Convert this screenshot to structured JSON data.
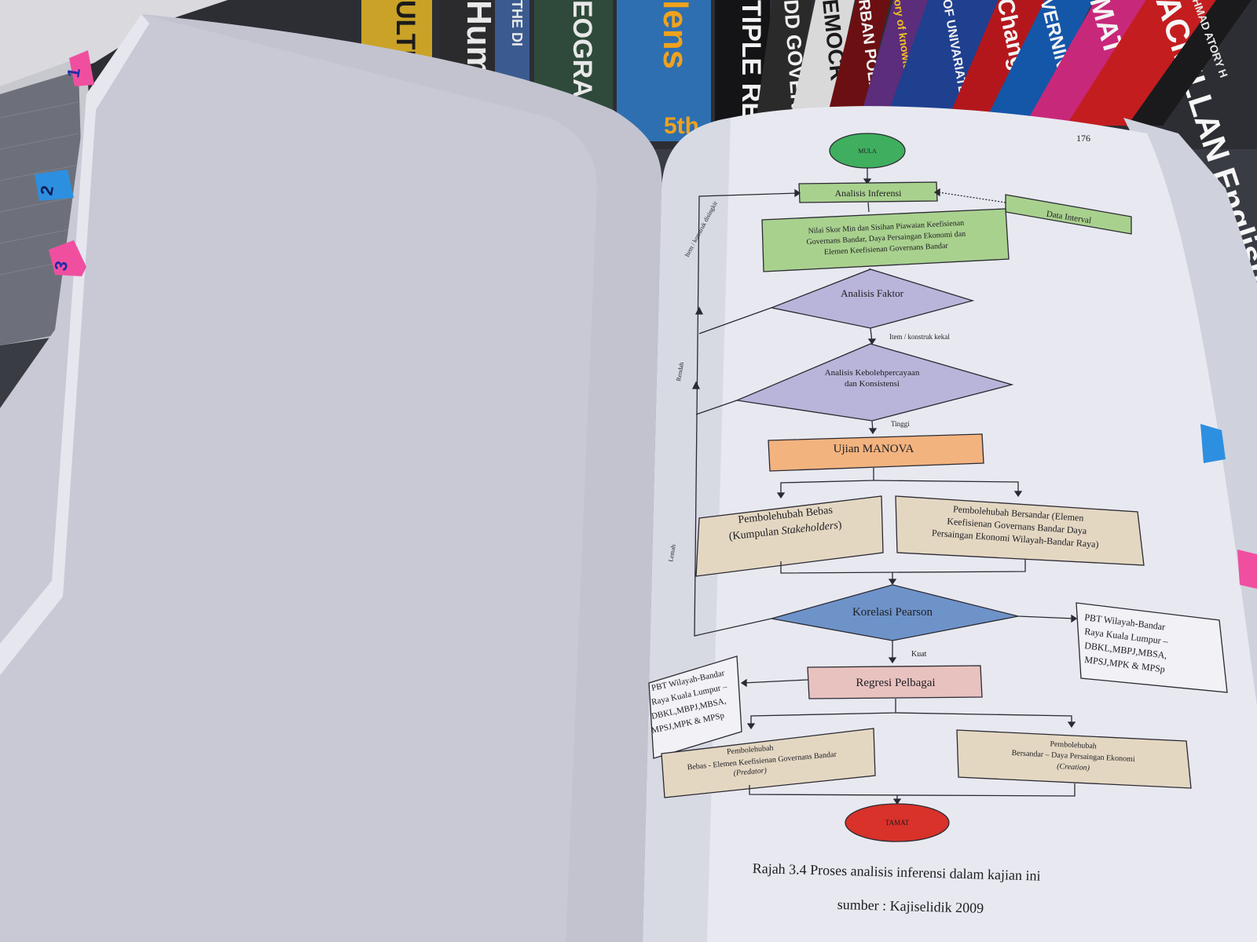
{
  "page_number": "176",
  "bookshelf": {
    "spines": [
      {
        "text": "ULTIV",
        "color": "#c9a227",
        "text_color": "#1b1b1b"
      },
      {
        "text": "Huma",
        "color": "#2b2b2e",
        "text_color": "#e9e9e9"
      },
      {
        "text": "THE DI",
        "color": "#3b5b8f",
        "text_color": "#e9e9e9"
      },
      {
        "text": "EOGRA",
        "color": "#2f4a3a",
        "text_color": "#e8e8e8"
      },
      {
        "text": "lens",
        "color": "#2e6fb1",
        "text_color": "#f0a21c"
      },
      {
        "text": "5th",
        "color": "#2e6fb1",
        "text_color": "#f0a21c"
      },
      {
        "text": "TIPLE RE",
        "color": "#141416",
        "text_color": "#f2f2f2"
      },
      {
        "text": "DD GOVERN",
        "color": "#2a2a2a",
        "text_color": "#f0f0f0"
      },
      {
        "text": "EMOCR",
        "color": "#d9d9d9",
        "text_color": "#1b1b1b"
      },
      {
        "text": "RBAN POLIT",
        "color": "#6b0f12",
        "text_color": "#f2f2f2"
      },
      {
        "text": "ory of knowledg",
        "color": "#5b2d7a",
        "text_color": "#f0c020"
      },
      {
        "text": "OF UNIVARIATE AND INTERE",
        "color": "#1f3f8f",
        "text_color": "#f0f0f0"
      },
      {
        "text": "Changi",
        "color": "#b3171c",
        "text_color": "#f4f4f4"
      },
      {
        "text": "VERNING CITIE",
        "color": "#1456a8",
        "text_color": "#f4f4f4"
      },
      {
        "text": "MATTERS",
        "color": "#c8287a",
        "text_color": "#f4f4f4"
      },
      {
        "text": "ACMILLAN English Dictio",
        "color": "#c31d1f",
        "text_color": "#f6f6f6"
      },
      {
        "text": "HMAD ATORY H",
        "color": "#1a1a1c",
        "text_color": "#e6e6e6"
      }
    ]
  },
  "tabs": [
    {
      "label": "1",
      "color": "#f04fa0"
    },
    {
      "label": "2",
      "color": "#2d8fe0"
    },
    {
      "label": "3",
      "color": "#f04fa0"
    }
  ],
  "flowchart": {
    "start": "MULA",
    "end": "TAMAT",
    "analisis_inferensi": "Analisis Inferensi",
    "data_interval": "Data Interval",
    "nilai_skor": [
      "Nilai Skor Min dan Sisihan Piawaian  Keefisienan",
      "Governans Bandar, Daya Persaingan Ekonomi dan",
      "Elemen Keefisienan Governans Bandar"
    ],
    "analisis_faktor": "Analisis Faktor",
    "item_kekal": "Item / konstruk kekal",
    "item_digugurkan": "Item / konstruk disingkir",
    "analisis_kebolehpercayaan": [
      "Analisis Kebolehpercayaan",
      "dan Konsistensi"
    ],
    "rendah": "Rendah",
    "tinggi": "Tinggi",
    "ujian_manova": "Ujian MANOVA",
    "pembolehubah_bebas": [
      "Pembolehubah Bebas",
      "(Kumpulan ",
      "Stakeholders",
      ")"
    ],
    "pembolehubah_bersandar": [
      "Pembolehubah Bersandar (Elemen",
      "Keefisienan Governans Bandar Daya",
      "Persaingan Ekonomi Wilayah-Bandar Raya)"
    ],
    "lemah": "Lemah",
    "korelasi_pearson": "Korelasi Pearson",
    "pbt_right": [
      "PBT Wilayah-Bandar",
      "Raya Kuala Lumpur –",
      "DBKL,MBPJ,MBSA,",
      "MPSJ,MPK & MPSp"
    ],
    "kuat": "Kuat",
    "regresi_pelbagai": "Regresi Pelbagai",
    "pbt_left": [
      "PBT Wilayah-Bandar",
      "Raya Kuala Lumpur –",
      "DBKL,MBPJ,MBSA,",
      "MPSJ,MPK & MPSp"
    ],
    "predator_box": [
      "Pembolehubah",
      "Bebas - Elemen Keefisienan Governans Bandar",
      "(Predator)"
    ],
    "creation_box": [
      "Pembolehubah",
      "Bersandar – Daya Persaingan Ekonomi",
      "(Creation)"
    ]
  },
  "caption": {
    "title": "Rajah 3.4   Proses analisis inferensi dalam kajian ini",
    "source": "sumber : Kajiselidik 2009"
  },
  "colors": {
    "start_green": "#3fae5e",
    "box_green": "#a9d18e",
    "diamond_purple": "#b9b4d9",
    "manova_orange": "#f2b37f",
    "tan": "#e4d7c2",
    "pearson_blue": "#6e93c9",
    "regresi_pink": "#e8c2bf",
    "end_red": "#d8322a"
  }
}
